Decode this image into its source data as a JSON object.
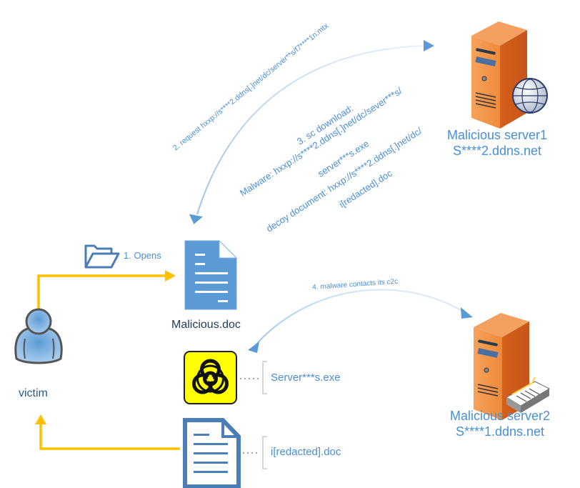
{
  "nodes": {
    "victim": {
      "label": "victim",
      "icon": "user-icon"
    },
    "malicious_doc": {
      "label": "Malicious.doc",
      "icon": "document-icon"
    },
    "malware": {
      "label": "Server***s.exe",
      "icon": "biohazard-icon"
    },
    "decoy": {
      "label": "i[redacted].doc",
      "icon": "document-outline-icon"
    },
    "server1": {
      "name": "Malicious server1",
      "host": "S****2.ddns.net",
      "icon": "server-globe-icon"
    },
    "server2": {
      "name": "Malicious server2",
      "host": "S****1.ddns.net",
      "icon": "server-drive-icon"
    }
  },
  "steps": {
    "step1": {
      "label": "1. Opens",
      "icon": "folder-open-icon"
    },
    "step2": {
      "label": "2. request hxxp://s****2.ddns[.]net/dc/server**s/f7****1n.mtx"
    },
    "step3": {
      "lines": [
        "3. sc download:",
        "Malware: hxxp://s****2.ddns[.]net/dc/sever***s/",
        "server***s.exe",
        "decoy document: hxxp://s****2.ddns[.]net/dc/",
        "i[redacted].doc"
      ]
    },
    "step4": {
      "label": "4. malware contacts its c2c"
    }
  },
  "colors": {
    "flow_arrow": "#ffc000",
    "network_arrow": "#5b9bd5",
    "text_blue": "#4a8fd4",
    "server_orange": "#e87722",
    "doc_blue": "#5b9bd5"
  }
}
